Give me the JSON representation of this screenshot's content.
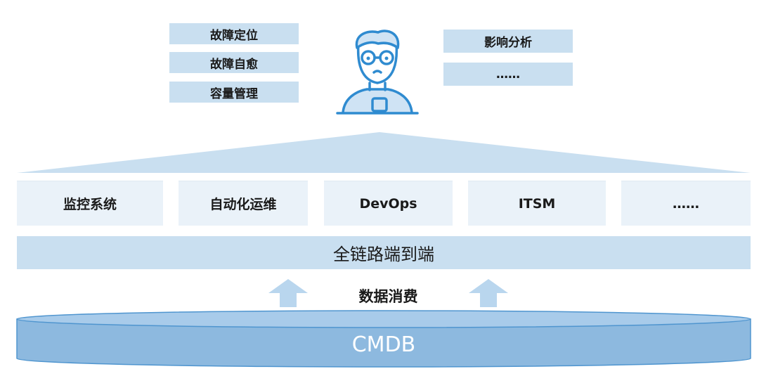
{
  "left_tags": [
    "故障定位",
    "故障自愈",
    "容量管理"
  ],
  "right_tags": [
    "影响分析",
    "……"
  ],
  "tools": [
    "监控系统",
    "自动化运维",
    "DevOps",
    "ITSM",
    "……"
  ],
  "chain_label": "全链路端到端",
  "consume_label": "数据消费",
  "cmdb_label": "CMDB",
  "colors": {
    "light_blue": "#c9dff0",
    "pale_blue": "#eaf2f9",
    "cylinder_blue": "#8db9df",
    "arrow_blue": "#b9d6ee",
    "outline_blue": "#2f8bd0"
  },
  "icons": [
    "person-icon",
    "up-arrow-icon"
  ]
}
